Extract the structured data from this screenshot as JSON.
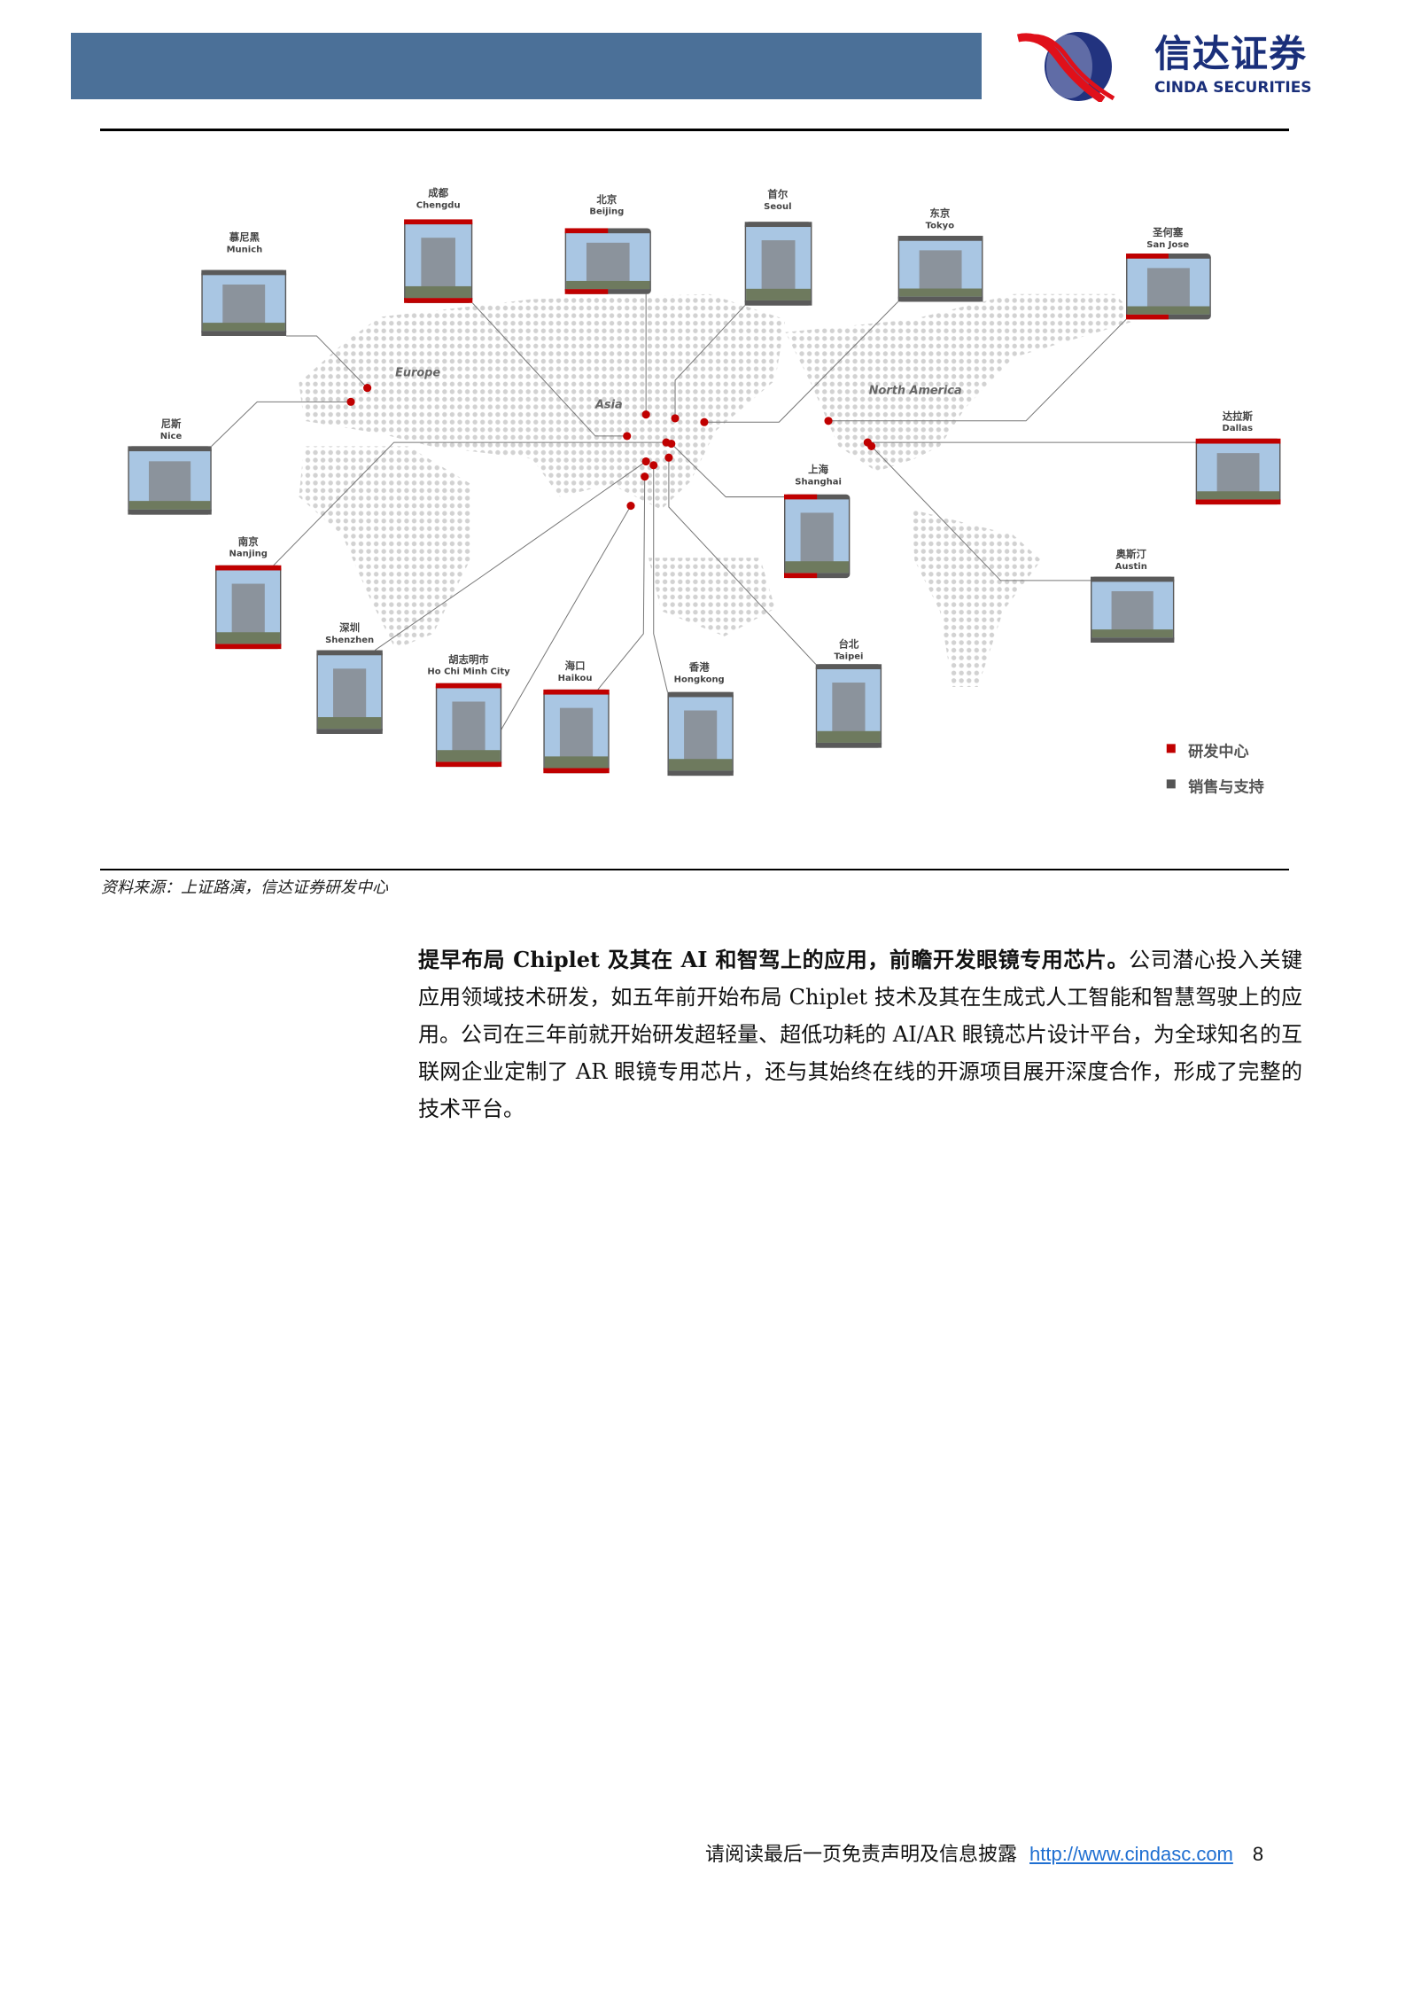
{
  "header": {
    "logo_cn": "信达证券",
    "logo_en": "CINDA SECURITIES",
    "banner_color": "#4b7098"
  },
  "map": {
    "continents": [
      "Europe",
      "Asia",
      "North America"
    ],
    "legend": [
      {
        "label": "研发中心",
        "color": "#c00000"
      },
      {
        "label": "销售与支持",
        "color": "#555555"
      }
    ],
    "cities": [
      {
        "cn": "慕尼黑",
        "en": "Munich",
        "type": "sales"
      },
      {
        "cn": "成都",
        "en": "Chengdu",
        "type": "rd"
      },
      {
        "cn": "北京",
        "en": "Beijing",
        "type": "both"
      },
      {
        "cn": "首尔",
        "en": "Seoul",
        "type": "sales"
      },
      {
        "cn": "东京",
        "en": "Tokyo",
        "type": "sales"
      },
      {
        "cn": "圣何塞",
        "en": "San Jose",
        "type": "both"
      },
      {
        "cn": "尼斯",
        "en": "Nice",
        "type": "sales"
      },
      {
        "cn": "达拉斯",
        "en": "Dallas",
        "type": "rd"
      },
      {
        "cn": "上海",
        "en": "Shanghai",
        "type": "both"
      },
      {
        "cn": "南京",
        "en": "Nanjing",
        "type": "rd"
      },
      {
        "cn": "奥斯汀",
        "en": "Austin",
        "type": "sales"
      },
      {
        "cn": "深圳",
        "en": "Shenzhen",
        "type": "sales"
      },
      {
        "cn": "胡志明市",
        "en": "Ho Chi Minh City",
        "type": "rd"
      },
      {
        "cn": "海口",
        "en": "Haikou",
        "type": "rd"
      },
      {
        "cn": "香港",
        "en": "Hongkong",
        "type": "sales"
      },
      {
        "cn": "台北",
        "en": "Taipei",
        "type": "sales"
      }
    ]
  },
  "source": "资料来源：上证路演，信达证券研发中心",
  "body": {
    "lead": "提早布局 Chiplet 及其在 AI 和智驾上的应用，前瞻开发眼镜专用芯片。",
    "text": "公司潜心投入关键应用领域技术研发，如五年前开始布局 Chiplet 技术及其在生成式人工智能和智慧驾驶上的应用。公司在三年前就开始研发超轻量、超低功耗的 AI/AR 眼镜芯片设计平台，为全球知名的互联网企业定制了 AR 眼镜专用芯片，还与其始终在线的开源项目展开深度合作，形成了完整的技术平台。"
  },
  "footer": {
    "disclaimer": "请阅读最后一页免责声明及信息披露",
    "link": "http://www.cindasc.com",
    "page": "8"
  }
}
